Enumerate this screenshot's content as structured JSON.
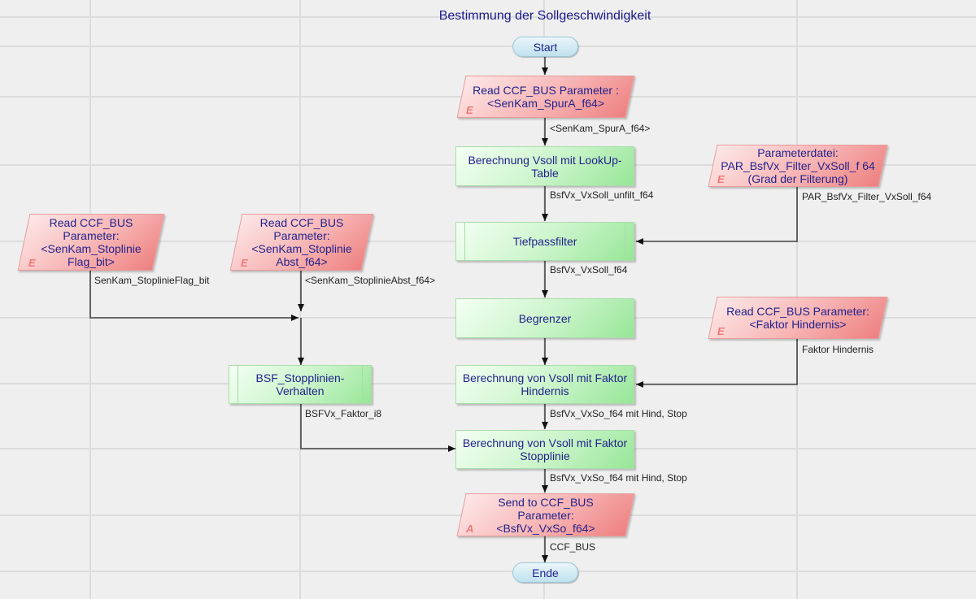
{
  "diagram": {
    "title": "Bestimmung der Sollgeschwindigkeit",
    "colors": {
      "text": "#23238c",
      "process_fill": "#c9f4c9",
      "io_fill": "#f7b3b3",
      "terminal_fill": "#bfe1ee",
      "io_marker": "#f07878",
      "wire": "#333333",
      "grid": "#dcdcdc",
      "background": "#efefef"
    },
    "nodes": {
      "start": {
        "label": "Start",
        "type": "terminal"
      },
      "read_spur": {
        "label": "Read CCF_BUS Parameter : <SenKam_SpurA_f64>",
        "type": "input",
        "marker": "E"
      },
      "lookup": {
        "label": "Berechnung Vsoll mit LookUp-Table",
        "type": "process"
      },
      "param_file": {
        "label": "Parameterdatei: PAR_BsfVx_Filter_VxSoll_f 64 (Grad der Filterung)",
        "type": "input",
        "marker": "E"
      },
      "tiefpass": {
        "label": "Tiefpassfilter",
        "type": "subprocess"
      },
      "read_flag": {
        "label": "Read CCF_BUS Parameter: <SenKam_Stoplinie Flag_bit>",
        "type": "input",
        "marker": "E"
      },
      "read_abst": {
        "label": "Read CCF_BUS Parameter: <SenKam_Stoplinie Abst_f64>",
        "type": "input",
        "marker": "E"
      },
      "begrenzer": {
        "label": "Begrenzer",
        "type": "process"
      },
      "read_hind": {
        "label": "Read CCF_BUS Parameter: <Faktor Hindernis>",
        "type": "input",
        "marker": "E"
      },
      "bsf_stop": {
        "label": "BSF_Stopplinien-Verhalten",
        "type": "subprocess"
      },
      "calc_hind": {
        "label": "Berechnung von Vsoll mit Faktor Hindernis",
        "type": "process"
      },
      "calc_stop": {
        "label": "Berechnung von Vsoll mit Faktor Stopplinie",
        "type": "process"
      },
      "send": {
        "label": "Send to CCF_BUS Parameter: <BsfVx_VxSo_f64>",
        "type": "output",
        "marker": "A"
      },
      "end": {
        "label": "Ende",
        "type": "terminal"
      }
    },
    "edge_labels": {
      "spur_out": "<SenKam_SpurA_f64>",
      "lookup_out": "BsfVx_VxSoll_unfilt_f64",
      "param_out": "PAR_BsfVx_Filter_VxSoll_f64",
      "tiefpass_out": "BsfVx_VxSoll_f64",
      "flag_out": "SenKam_StoplinieFlag_bit",
      "abst_out": "<SenKam_StoplinieAbst_f64>",
      "hind_out": "Faktor Hindernis",
      "bsf_out": "BSFVx_Faktor_i8",
      "calc_hind_out": "BsfVx_VxSo_f64 mit Hind, Stop",
      "calc_stop_out": "BsfVx_VxSo_f64 mit Hind, Stop",
      "send_out": "CCF_BUS"
    }
  }
}
